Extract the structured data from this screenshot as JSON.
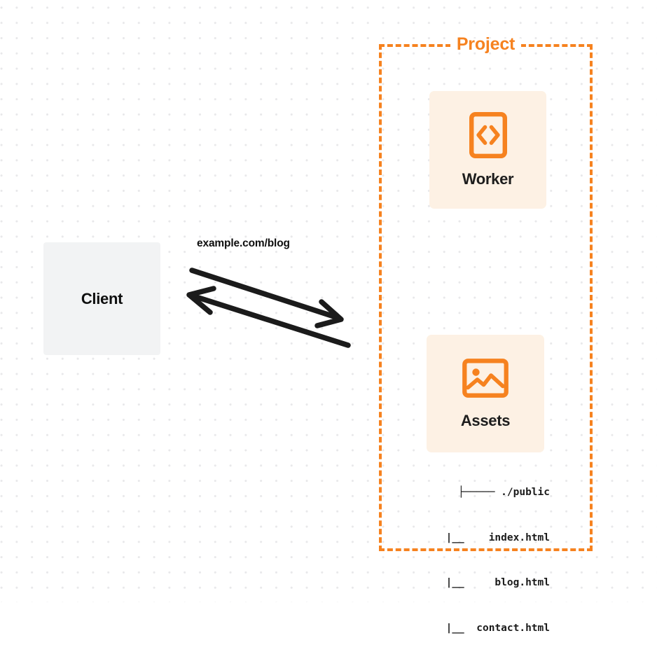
{
  "diagram": {
    "background": {
      "grid": "dot-grid",
      "dot_color": "#e8e8ea",
      "canvas_color": "#ffffff"
    },
    "colors": {
      "accent_orange": "#F6821F",
      "card_fill": "#FDF1E4",
      "client_fill": "#F2F3F4",
      "text_dark": "#1d1d1d"
    },
    "client": {
      "label": "Client"
    },
    "connection": {
      "label": "example.com/blog",
      "request_arrow": "arrow-right",
      "response_arrow": "arrow-left"
    },
    "project": {
      "title": "Project",
      "nodes": [
        {
          "id": "worker",
          "label": "Worker",
          "icon": "code-brackets-icon"
        },
        {
          "id": "assets",
          "label": "Assets",
          "icon": "image-picture-icon"
        }
      ],
      "file_tree": [
        "├───── ./public",
        "    |__    index.html",
        "    |__     blog.html",
        "    |__  contact.html"
      ]
    }
  }
}
